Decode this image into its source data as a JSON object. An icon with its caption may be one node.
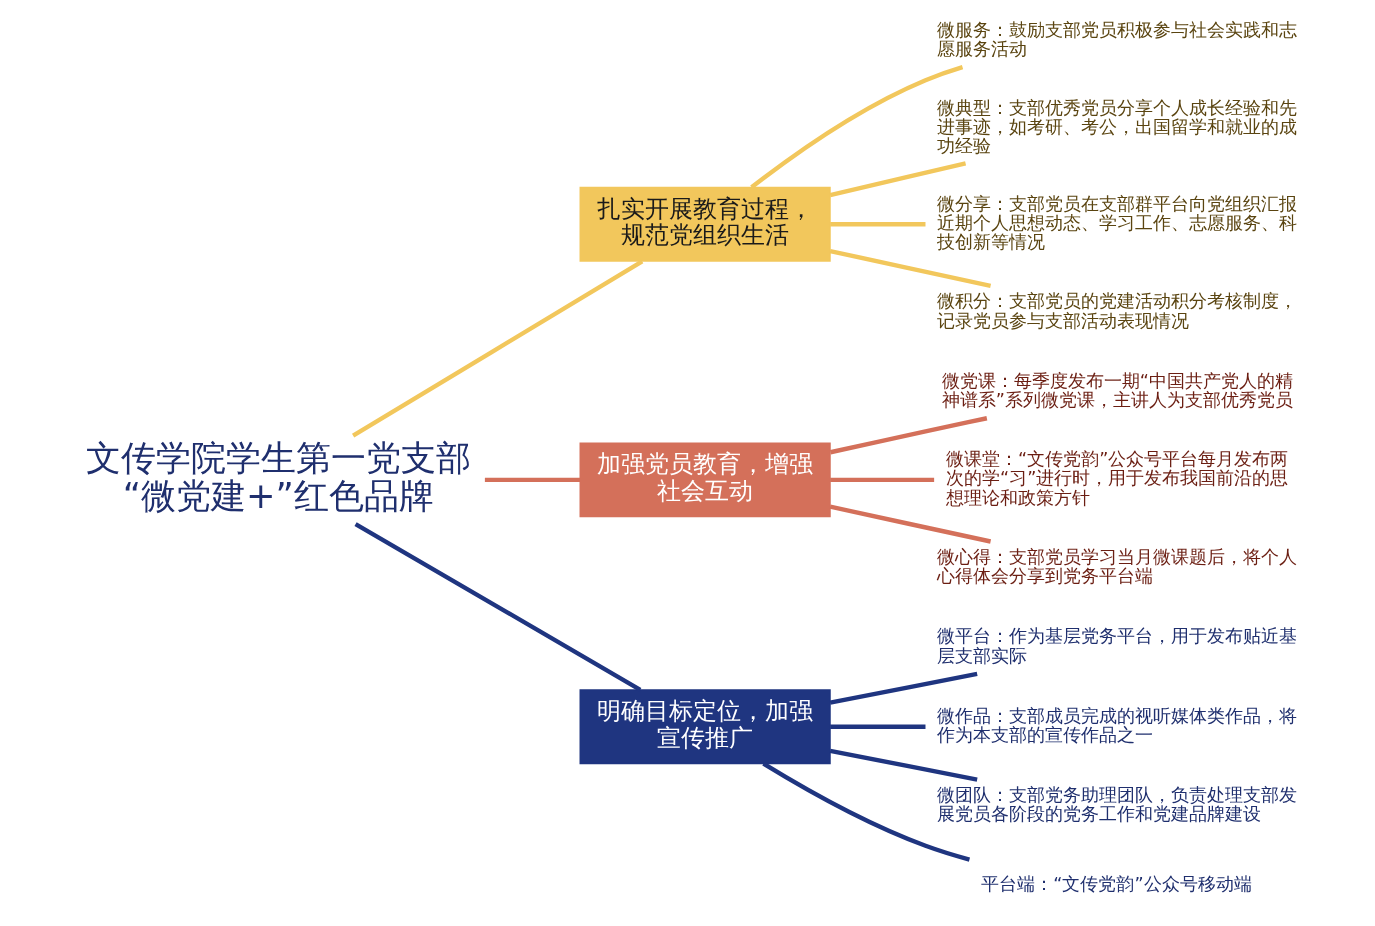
{
  "diagram": {
    "nodes": [
      {
        "text": [
          "文传学院学生第一党支部“微党建+”红色品牌"
        ]
      },
      {
        "text": [
          "扎实开展教育过程，规范党组织生活"
        ]
      },
      {
        "text": [
          "微服务：鼓励支部党员积极参与社会实践和志愿服务活动"
        ]
      },
      {
        "text": [
          "微典型：支部优秀党员分享个人成长经验和先进事迹，如考研、考公，出国留学和就业的成功经验"
        ]
      },
      {
        "text": [
          "微分享：支部党员在支部群平台向党组织汇报近期个人思想动态、学习工作、志愿服务、科技创新等情况"
        ]
      },
      {
        "text": [
          "微积分：支部党员的党建活动积分考核制度，记录党员参与支部活动表现情况"
        ]
      },
      {
        "text": [
          "加强党员教育，增强社会互动"
        ]
      },
      {
        "text": [
          "微党课：每季度发布一期“中国共产党人的精神谱系”系列微党课，主讲人为支部优秀党员"
        ]
      },
      {
        "text": [
          "微课堂：“文传党韵”公众号平台每月发布两次的学“习”进行时，用于发布我国前沿的思想理论和政策方针"
        ]
      },
      {
        "text": [
          "微心得：支部党员学习当月微课题后，将个人心得体会分享到党务平台端"
        ]
      },
      {
        "text": [
          "明确目标定位，加强宣传推广"
        ]
      },
      {
        "text": [
          "微平台：作为基层党务平台，用于发布贴近基层支部实际"
        ]
      },
      {
        "text": [
          "微作品：支部成员完成的视听媒体类作品，将作为本支部的宣传作品之一"
        ]
      },
      {
        "text": [
          "微团队：支部党务助理团队，负责处理支部发展党员各阶段的党务工作和党建品牌建设"
        ]
      },
      {
        "text": [
          "平台端：“文传党韵”公众号移动端"
        ]
      }
    ],
    "edges": [
      {
        "from": 0,
        "to": 1,
        "arrow": "none",
        "color": "#f2c75c"
      },
      {
        "from": 1,
        "to": 2,
        "arrow": "none",
        "color": "#f2c75c"
      },
      {
        "from": 1,
        "to": 3,
        "arrow": "none",
        "color": "#f2c75c"
      },
      {
        "from": 1,
        "to": 4,
        "arrow": "none",
        "color": "#f2c75c"
      },
      {
        "from": 1,
        "to": 5,
        "arrow": "none",
        "color": "#f2c75c"
      },
      {
        "from": 0,
        "to": 6,
        "arrow": "none",
        "color": "#d4705a"
      },
      {
        "from": 6,
        "to": 7,
        "arrow": "none",
        "color": "#d4705a"
      },
      {
        "from": 6,
        "to": 8,
        "arrow": "none",
        "color": "#d4705a"
      },
      {
        "from": 6,
        "to": 9,
        "arrow": "none",
        "color": "#d4705a"
      },
      {
        "from": 0,
        "to": 10,
        "arrow": "none",
        "color": "#1f3580"
      },
      {
        "from": 10,
        "to": 11,
        "arrow": "none",
        "color": "#1f3580"
      },
      {
        "from": 10,
        "to": 12,
        "arrow": "none",
        "color": "#1f3580"
      },
      {
        "from": 10,
        "to": 13,
        "arrow": "none",
        "color": "#1f3580"
      },
      {
        "from": 10,
        "to": 14,
        "arrow": "none",
        "color": "#1f3580"
      }
    ]
  }
}
